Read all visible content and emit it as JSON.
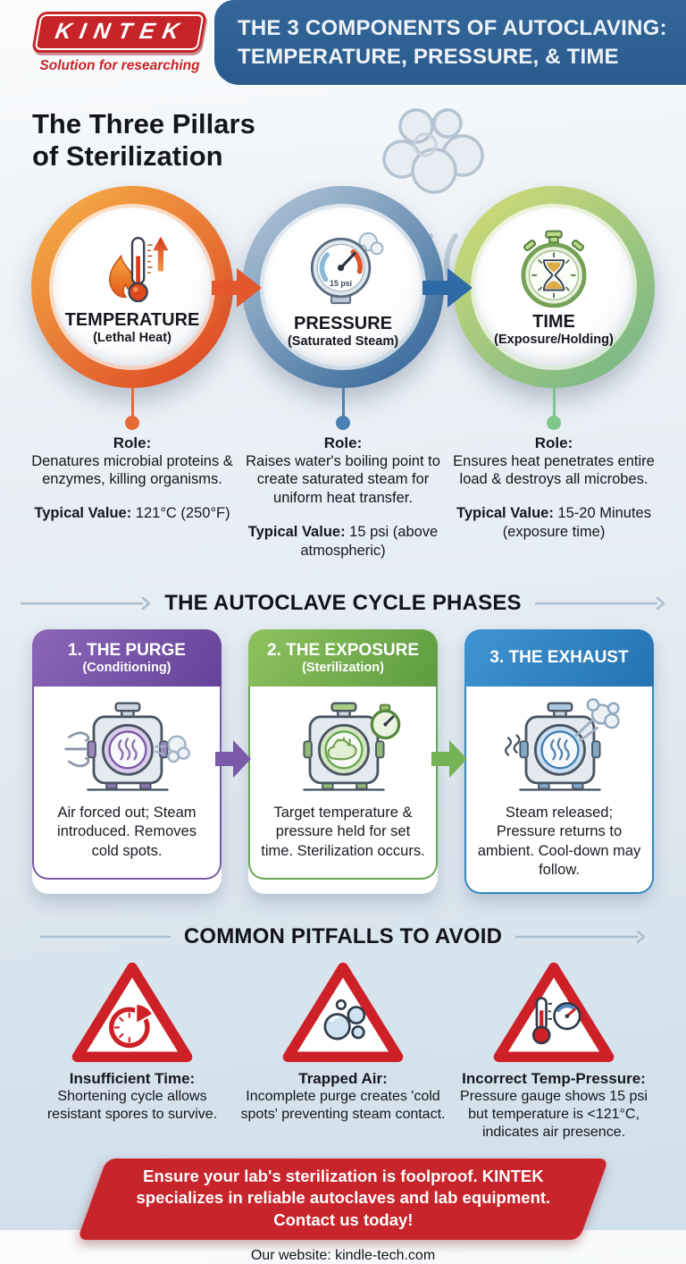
{
  "header": {
    "logo_text": "KINTEK",
    "logo_tagline": "Solution for researching",
    "banner_line1": "THE 3 COMPONENTS OF AUTOCLAVING:",
    "banner_line2": "TEMPERATURE, PRESSURE, & TIME",
    "banner_color": "#2d5f93",
    "brand_red": "#c62428"
  },
  "intro": {
    "title_line1": "The Three Pillars",
    "title_line2": "of Sterilization"
  },
  "pillars": [
    {
      "name": "TEMPERATURE",
      "subtitle": "(Lethal Heat)",
      "icon": "thermometer-flame-icon",
      "ring_color": "#e2582b",
      "role_label": "Role:",
      "role_text": "Denatures microbial proteins & enzymes, killing organisms.",
      "value_label": "Typical Value:",
      "value_text": "121°C (250°F)"
    },
    {
      "name": "PRESSURE",
      "subtitle": "(Saturated Steam)",
      "icon": "pressure-gauge-icon",
      "gauge_reading": "15 psi",
      "ring_color": "#4a77a8",
      "role_label": "Role:",
      "role_text": "Raises water's boiling point to create saturated steam for uniform heat transfer.",
      "value_label": "Typical Value:",
      "value_text": "15 psi (above atmospheric)"
    },
    {
      "name": "TIME",
      "subtitle": "(Exposure/Holding)",
      "icon": "stopwatch-icon",
      "ring_color": "#8fbe7f",
      "role_label": "Role:",
      "role_text": "Ensures heat penetrates entire load & destroys all microbes.",
      "value_label": "Typical Value:",
      "value_text": "15-20 Minutes (exposure time)"
    }
  ],
  "phases_section": {
    "title": "THE AUTOCLAVE CYCLE PHASES",
    "phases": [
      {
        "title": "1. THE PURGE",
        "subtitle": "(Conditioning)",
        "description": "Air forced out; Steam introduced. Removes cold spots.",
        "color": "#7a5aa5",
        "icon": "autoclave-purge-icon"
      },
      {
        "title": "2. THE EXPOSURE",
        "subtitle": "(Sterilization)",
        "description": "Target temperature & pressure held for set time. Sterilization occurs.",
        "color": "#67a74e",
        "icon": "autoclave-exposure-icon"
      },
      {
        "title": "3. THE EXHAUST",
        "subtitle": "",
        "description": "Steam released; Pressure returns to ambient. Cool-down may follow.",
        "color": "#2e86c1",
        "icon": "autoclave-exhaust-icon"
      }
    ]
  },
  "pitfalls_section": {
    "title": "COMMON PITFALLS TO AVOID",
    "warning_color": "#ce2127",
    "pitfalls": [
      {
        "title": "Insufficient Time:",
        "description": "Shortening cycle allows resistant spores to survive.",
        "icon": "clock-warning-icon"
      },
      {
        "title": "Trapped Air:",
        "description": "Incomplete purge creates 'cold spots' preventing steam contact.",
        "icon": "air-bubbles-warning-icon"
      },
      {
        "title": "Incorrect Temp-Pressure:",
        "description": "Pressure gauge shows 15 psi but temperature is <121°C, indicates air presence.",
        "icon": "thermometer-gauge-warning-icon"
      }
    ]
  },
  "cta": {
    "text": "Ensure your lab's sterilization is foolproof. KINTEK specializes in reliable autoclaves and lab equipment. Contact us today!",
    "color": "#c8242b"
  },
  "footer": {
    "website_label": "Our website: kindle-tech.com"
  }
}
